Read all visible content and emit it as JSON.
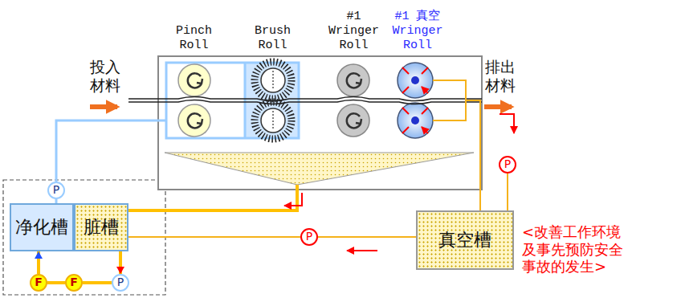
{
  "diagram": {
    "nodes": [
      {
        "text": [
          "净化槽"
        ]
      },
      {
        "text": [
          "脏槽"
        ]
      },
      {
        "text": [
          "P"
        ]
      },
      {
        "text": [
          "F"
        ]
      },
      {
        "text": [
          "F"
        ]
      },
      {
        "text": [
          "P"
        ]
      },
      {
        "text": [
          "P"
        ]
      },
      {
        "text": [
          "真空槽"
        ]
      },
      {
        "text": [
          "P"
        ]
      }
    ],
    "edges": [
      {
        "from": 0,
        "to": 2,
        "arrow": "none"
      },
      {
        "from": 1,
        "to": 5,
        "arrow": "to"
      },
      {
        "from": 5,
        "to": 4,
        "arrow": "none"
      },
      {
        "from": 4,
        "to": 3,
        "arrow": "none"
      },
      {
        "from": 3,
        "to": 0,
        "arrow": "to"
      },
      {
        "from": 7,
        "to": 6,
        "arrow": "none"
      },
      {
        "from": 6,
        "to": 1,
        "arrow": "none"
      },
      {
        "from": 7,
        "to": 8,
        "arrow": "none"
      }
    ],
    "labels": [
      "Pinch Roll",
      "Brush Roll",
      "#1 Wringer Roll",
      "#1 真空 Wringer Roll",
      "投入 材料",
      "排出 材料",
      "<改善工作环境 及事先预防安全 事故的发生>"
    ]
  }
}
